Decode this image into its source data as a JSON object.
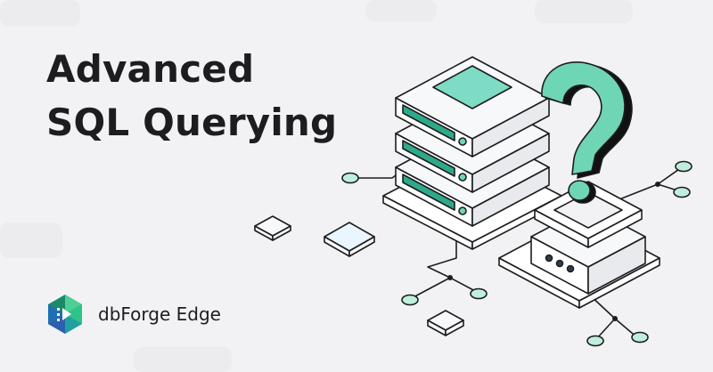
{
  "headline": {
    "line1": "Advanced",
    "line2": "SQL Querying"
  },
  "brand": {
    "name": "dbForge Edge",
    "logo_icon": "dbforge-edge-logo-icon"
  },
  "illustration": {
    "server_icon": "server-stack-icon",
    "question_icon": "question-mark-icon",
    "accent_color": "#6fd6b5",
    "accent_dark": "#2fa98a",
    "line_color": "#1d1d1f"
  }
}
